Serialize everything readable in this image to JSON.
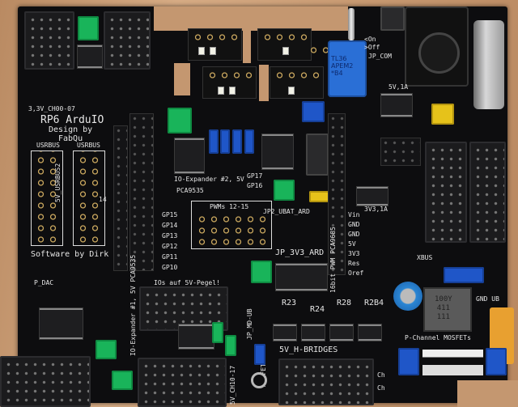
{
  "board": {
    "title": "RP6 ArduIO",
    "design_by": "Design by",
    "designer": "FabQu",
    "software_by": "Software by Dirk",
    "colors": {
      "pcb": "#0d0d0f",
      "jumper_green": "#19b45a",
      "jumper_blue": "#1f56c8",
      "jumper_yellow": "#e6c21a",
      "wood": "#c89a72"
    }
  },
  "labels": {
    "ch00_07": "3,3V_CH00-07",
    "usrbus_left": "USRBUS",
    "usrbus_right": "USRBUS",
    "usrbus2": "5V_USRBUS2",
    "pin14": "14",
    "ios_5v": "IOs auf 5V-Pegel!",
    "io_expander2": "IO-Expander #2, 5V",
    "pca9535": "PCA9535",
    "gp17": "GP17",
    "gp16": "GP16",
    "gp_list": [
      "GP15",
      "GP14",
      "GP13",
      "GP12",
      "GP11",
      "GP10"
    ],
    "pwms": "PWMs 12-15",
    "jp_3v3_ard": "JP_3V3_ARD",
    "jp2_ubat_ard": "JP2_UBAT_ARD",
    "arduino_pins": [
      "Vin",
      "GND",
      "GND",
      "5V",
      "3V3",
      "Res",
      "Oref"
    ],
    "bits16": "16bit PWM PCA9685",
    "resistors": [
      "R23",
      "R24",
      "R28",
      "R2B4"
    ],
    "hbridges": "5V_H-BRIDGES",
    "mosfets": "MOSFETs",
    "jp_md_ub": "JP_MD-UB",
    "ch10_17": "5V_CH10-17",
    "io_exp1": "IO-Expander #1, 5V PCA9535",
    "pchannel": "P-Channel MOSFETs",
    "ch": [
      "Ch",
      "Ch"
    ],
    "switch_text": [
      "TL36",
      "APEM2",
      "*B4"
    ],
    "on_off": [
      "<On",
      ">Off"
    ],
    "jp_com": "JP_COM",
    "reg": "5V,1A",
    "reg2": "3V3,1A",
    "inductor": [
      "100Y",
      "411",
      "111"
    ],
    "xbus": "XBUS",
    "gnd_ub": "GND UB",
    "p_dac": "P_DAC"
  }
}
